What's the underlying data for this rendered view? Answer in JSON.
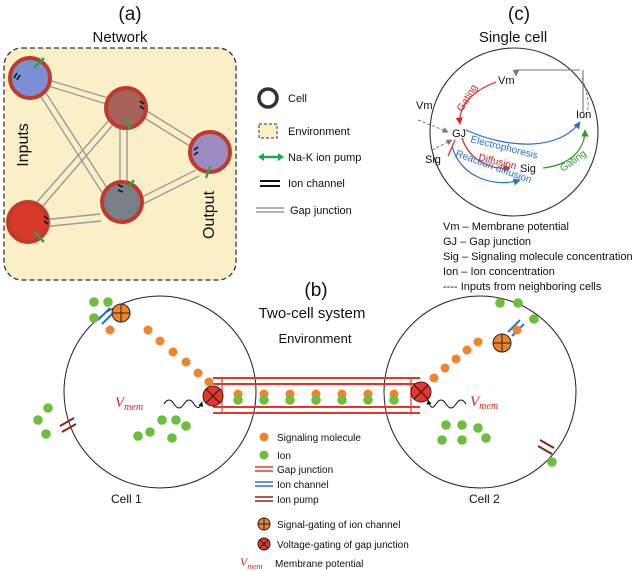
{
  "colors": {
    "cell_stroke": "#333333",
    "environment_fill": "#fbefc8",
    "gap_junction": "#e8352b",
    "ion_channel": "#2b6fd6",
    "ion_pump": "#8b2418",
    "signal_molecule": "#f0842a",
    "ion": "#6cbf3a",
    "node_red": "#d83a2a",
    "node_rose": "#a8625c",
    "node_gray": "#7a7f86",
    "node_purple": "#9d8cc2",
    "arrow_red": "#d6281f",
    "arrow_blue": "#2b6fd6",
    "arrow_green": "#2f9a2f",
    "pump_green": "#22a84a"
  },
  "panel_a": {
    "label": "(a)",
    "title": "Network",
    "inputs_label": "Inputs",
    "output_label": "Output",
    "legend": [
      {
        "icon": "cell-icon",
        "text": "Cell"
      },
      {
        "icon": "environment-icon",
        "text": "Environment"
      },
      {
        "icon": "pump-arrow-icon",
        "text": "Na-K ion pump"
      },
      {
        "icon": "ion-channel-icon",
        "text": "Ion channel"
      },
      {
        "icon": "gap-junction-icon",
        "text": "Gap junction"
      }
    ]
  },
  "panel_c": {
    "label": "(c)",
    "title": "Single cell",
    "nodes": {
      "vm_outer": "Vm",
      "vm_inner": "Vm",
      "gj": "GJ",
      "sig_outer": "Sig",
      "sig_inner": "Sig",
      "ion": "Ion"
    },
    "edges": {
      "gating_red": "Gating",
      "electrophoresis": "Electrophoresis",
      "diffusion": "Diffusion",
      "reaction_diffusion": "Reaction-diffusion",
      "gating_green": "Gating"
    },
    "legend": [
      "Vm – Membrane potential",
      "GJ – Gap junction",
      "Sig – Signaling molecule concentration",
      "Ion – Ion concentration",
      "---- Inputs from neighboring cells"
    ]
  },
  "panel_b": {
    "label": "(b)",
    "title": "Two-cell system",
    "environment": "Environment",
    "cell1": "Cell 1",
    "cell2": "Cell 2",
    "vmem": {
      "base": "V",
      "sub": "mem"
    },
    "legend": [
      {
        "icon": "signaling-molecule-icon",
        "text": "Signaling molecule"
      },
      {
        "icon": "ion-icon",
        "text": "Ion"
      },
      {
        "icon": "gap-junction-icon",
        "text": "Gap junction"
      },
      {
        "icon": "ion-channel-icon",
        "text": "Ion channel"
      },
      {
        "icon": "ion-pump-icon",
        "text": "Ion pump"
      },
      {
        "icon": "signal-gating-icon",
        "text": "Signal-gating of ion channel"
      },
      {
        "icon": "voltage-gating-icon",
        "text": "Voltage-gating of gap junction"
      },
      {
        "icon": "vmem-icon",
        "text": "Membrane potential"
      }
    ]
  }
}
